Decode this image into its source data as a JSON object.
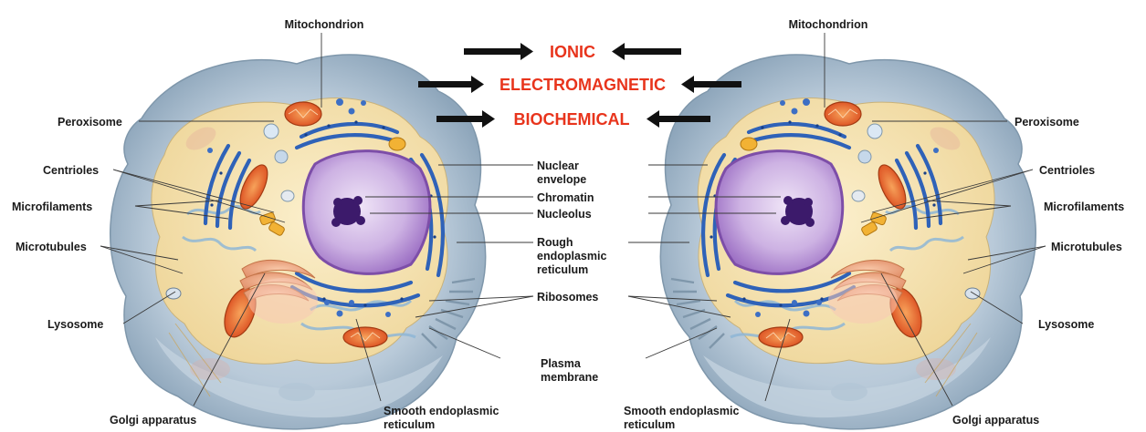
{
  "colors": {
    "heading": "#e8341c",
    "arrow": "#111111",
    "cytoplasm": "#f4e3b4",
    "outer_membrane": "#a9bfd2",
    "nucleus": "#b58fd0",
    "nuclear_envelope": "#7d4ea8",
    "rough_er": "#2f62b8",
    "mitochondrion": "#e2622a",
    "label_text": "#1a1a1a"
  },
  "headings": [
    "IONIC",
    "ELECTROMAGNETIC",
    "BIOCHEMICAL"
  ],
  "labels": {
    "mitochondrion": "Mitochondrion",
    "peroxisome": "Peroxisome",
    "centrioles": "Centrioles",
    "microfilaments": "Microfilaments",
    "microtubules": "Microtubules",
    "lysosome": "Lysosome",
    "golgi": "Golgi apparatus",
    "smooth_er": [
      "Smooth endoplasmic",
      "reticulum"
    ],
    "nuclear_envelope": [
      "Nuclear",
      "envelope"
    ],
    "chromatin": "Chromatin",
    "nucleolus": "Nucleolus",
    "rough_er": [
      "Rough",
      "endoplasmic",
      "reticulum"
    ],
    "ribosomes": "Ribosomes",
    "plasma_membrane": [
      "Plasma",
      "membrane"
    ]
  }
}
